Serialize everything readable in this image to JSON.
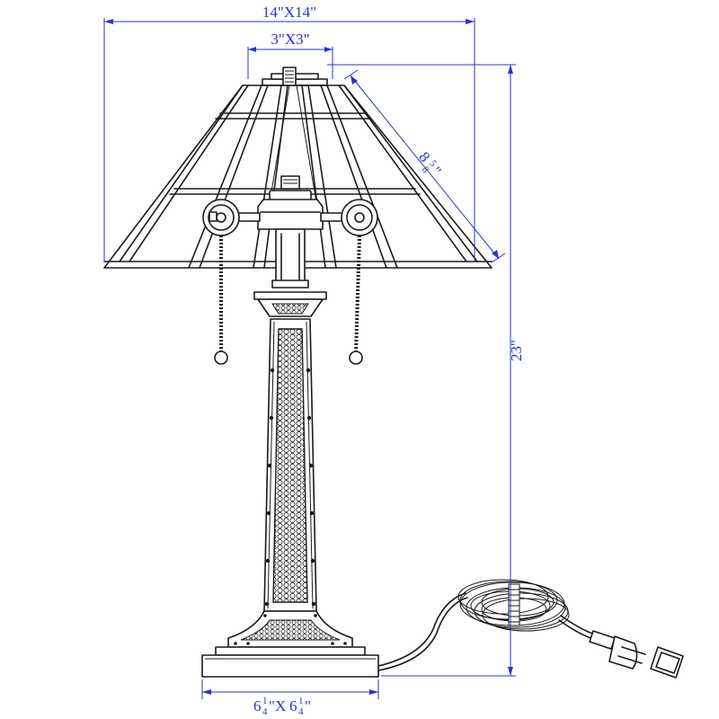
{
  "dimensions": {
    "shade_width": "14\"X14\"",
    "top_opening": "3\"X3\"",
    "shade_slant_main": "8",
    "shade_slant_frac": "5",
    "shade_slant_frac_den": "8",
    "shade_slant_unit": "\"",
    "overall_height": "23\"",
    "base_whole": "6",
    "base_num": "1",
    "base_den": "4",
    "base_x": "\"X",
    "base_whole2": "6",
    "base_num2": "1",
    "base_den2": "4",
    "base_close": "\""
  },
  "colors": {
    "line": "#1a1a1a",
    "dimension": "#2b33c9",
    "background": "#ffffff"
  }
}
